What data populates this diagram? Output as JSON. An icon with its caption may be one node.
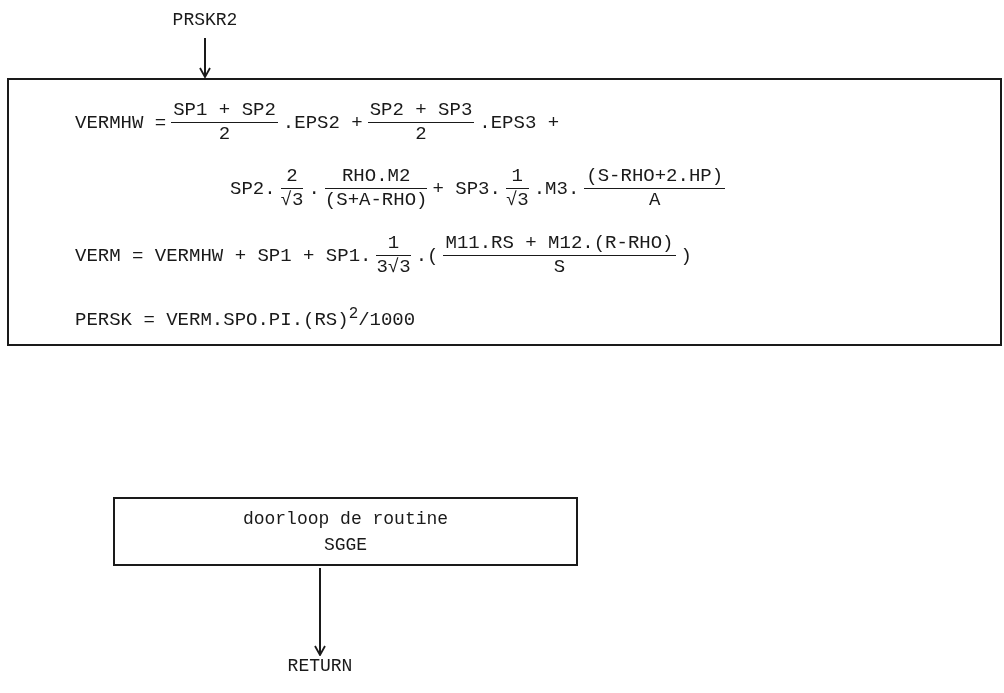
{
  "diagram": {
    "nodes": [
      {
        "text": [
          "PRSKR2"
        ]
      },
      {
        "text": [
          "VERMHW =",
          "SP1 + SP2",
          "2",
          ".EPS2 +",
          "SP2 + SP3",
          "2",
          ".EPS3 +",
          "SP2.",
          "2",
          "√3",
          ".",
          "RHO.M2",
          "(S+A-RHO)",
          "+ SP3.",
          "1",
          "√3",
          ".M3.",
          "(S-RHO+2.HP)",
          "A",
          "VERM = VERMHW + SP1 + SP1.",
          "1",
          "3√3",
          ".(",
          "M11.RS + M12.(R-RHO)",
          "S",
          ")",
          "PERSK = VERM.SPO.PI.(RS)$^{2}$/1000"
        ]
      },
      {
        "text": [
          "doorloop de routine",
          "SGGE"
        ]
      },
      {
        "text": [
          "RETURN"
        ]
      }
    ],
    "edges": [
      {
        "from": 0,
        "to": 1,
        "arrow": "to"
      },
      {
        "from": 2,
        "to": 3,
        "arrow": "to"
      }
    ]
  }
}
